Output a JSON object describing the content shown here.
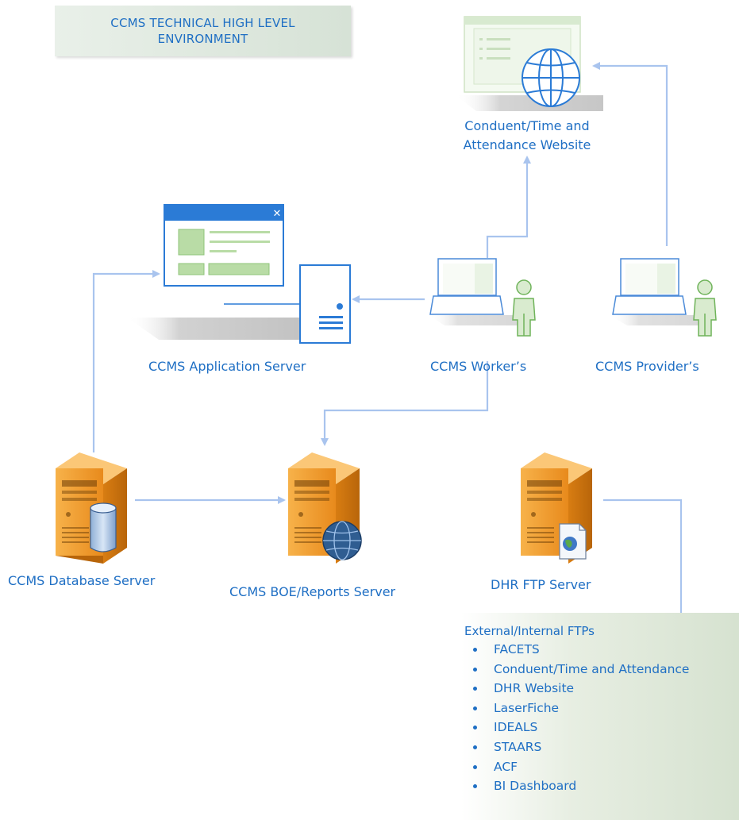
{
  "title": {
    "line1": "CCMS  TECHNICAL HIGH LEVEL",
    "line2": "ENVIRONMENT"
  },
  "nodes": {
    "website": {
      "line1": "Conduent/Time and",
      "line2": "Attendance Website"
    },
    "app_server": "CCMS Application Server",
    "workers": "CCMS Worker’s",
    "providers": "CCMS Provider’s",
    "db_server": "CCMS Database Server",
    "boe_server": "CCMS BOE/Reports Server",
    "ftp_server": "DHR FTP Server"
  },
  "ftp_box": {
    "title": "External/Internal FTPs",
    "items": [
      "FACETS",
      "Conduent/Time and Attendance",
      "DHR Website",
      "LaserFiche",
      "IDEALS",
      "STAARS",
      "ACF",
      "BI Dashboard"
    ]
  },
  "colors": {
    "connector": "#a9c4ee",
    "label_text": "#1f6fc4",
    "server_orange": "#f2a23a",
    "window_blue": "#2b7bd6",
    "window_green": "#b9dca6"
  },
  "icons": [
    "browser-globe-icon",
    "app-window-icon",
    "server-box-icon",
    "laptop-icon",
    "user-icon",
    "server-tower-icon",
    "database-icon",
    "globe-icon",
    "document-globe-icon"
  ]
}
